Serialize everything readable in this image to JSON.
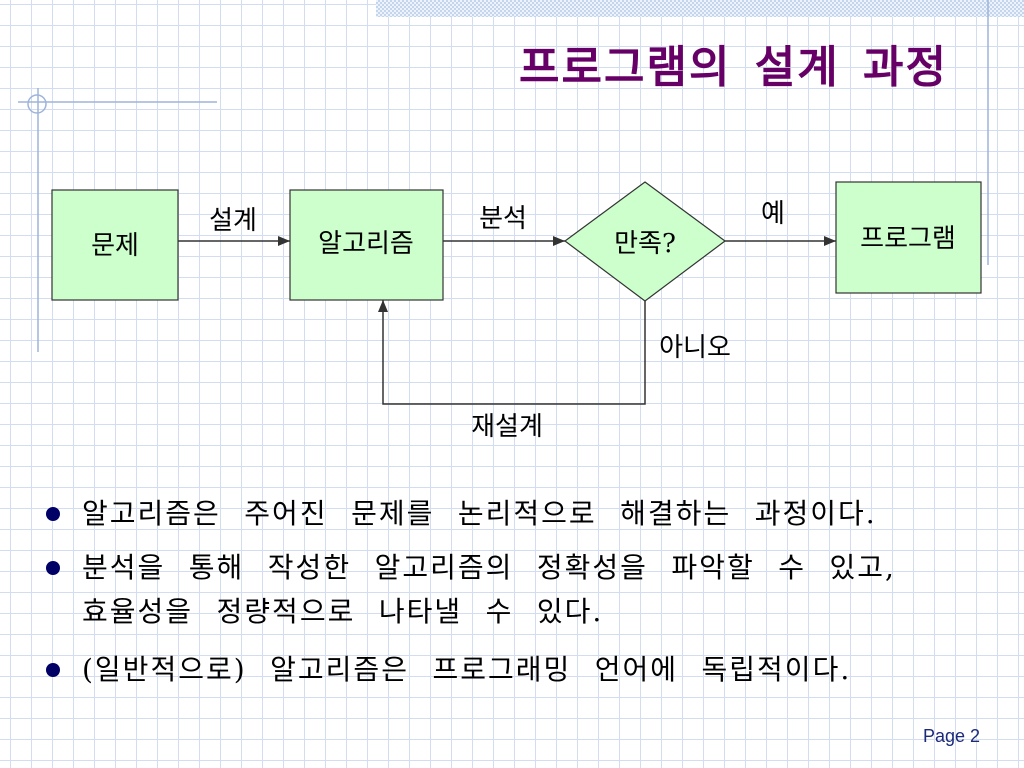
{
  "slide": {
    "title": "프로그램의 설계 과정",
    "page_number": "Page 2"
  },
  "flowchart": {
    "nodes": {
      "problem": "문제",
      "algorithm": "알고리즘",
      "decision": "만족?",
      "program": "프로그램"
    },
    "edge_labels": {
      "design": "설계",
      "analysis": "분석",
      "yes": "예",
      "no": "아니오",
      "redesign": "재설계"
    }
  },
  "bullets": [
    {
      "lines": [
        "알고리즘은 주어진 문제를 논리적으로 해결하는 과정이다."
      ]
    },
    {
      "lines": [
        "분석을 통해 작성한 알고리즘의 정확성을 파악할 수 있고,",
        "효율성을 정량적으로 나타낼 수 있다."
      ]
    },
    {
      "lines": [
        "(일반적으로) 알고리즘은 프로그래밍 언어에 독립적이다."
      ]
    }
  ],
  "colors": {
    "title": "#660066",
    "node_fill": "#ccffcc",
    "node_stroke": "#333333",
    "bullet": "#000066",
    "grid": "#d2ddef",
    "accent_line": "#9fb4da",
    "page_number": "#1c2a7a"
  }
}
